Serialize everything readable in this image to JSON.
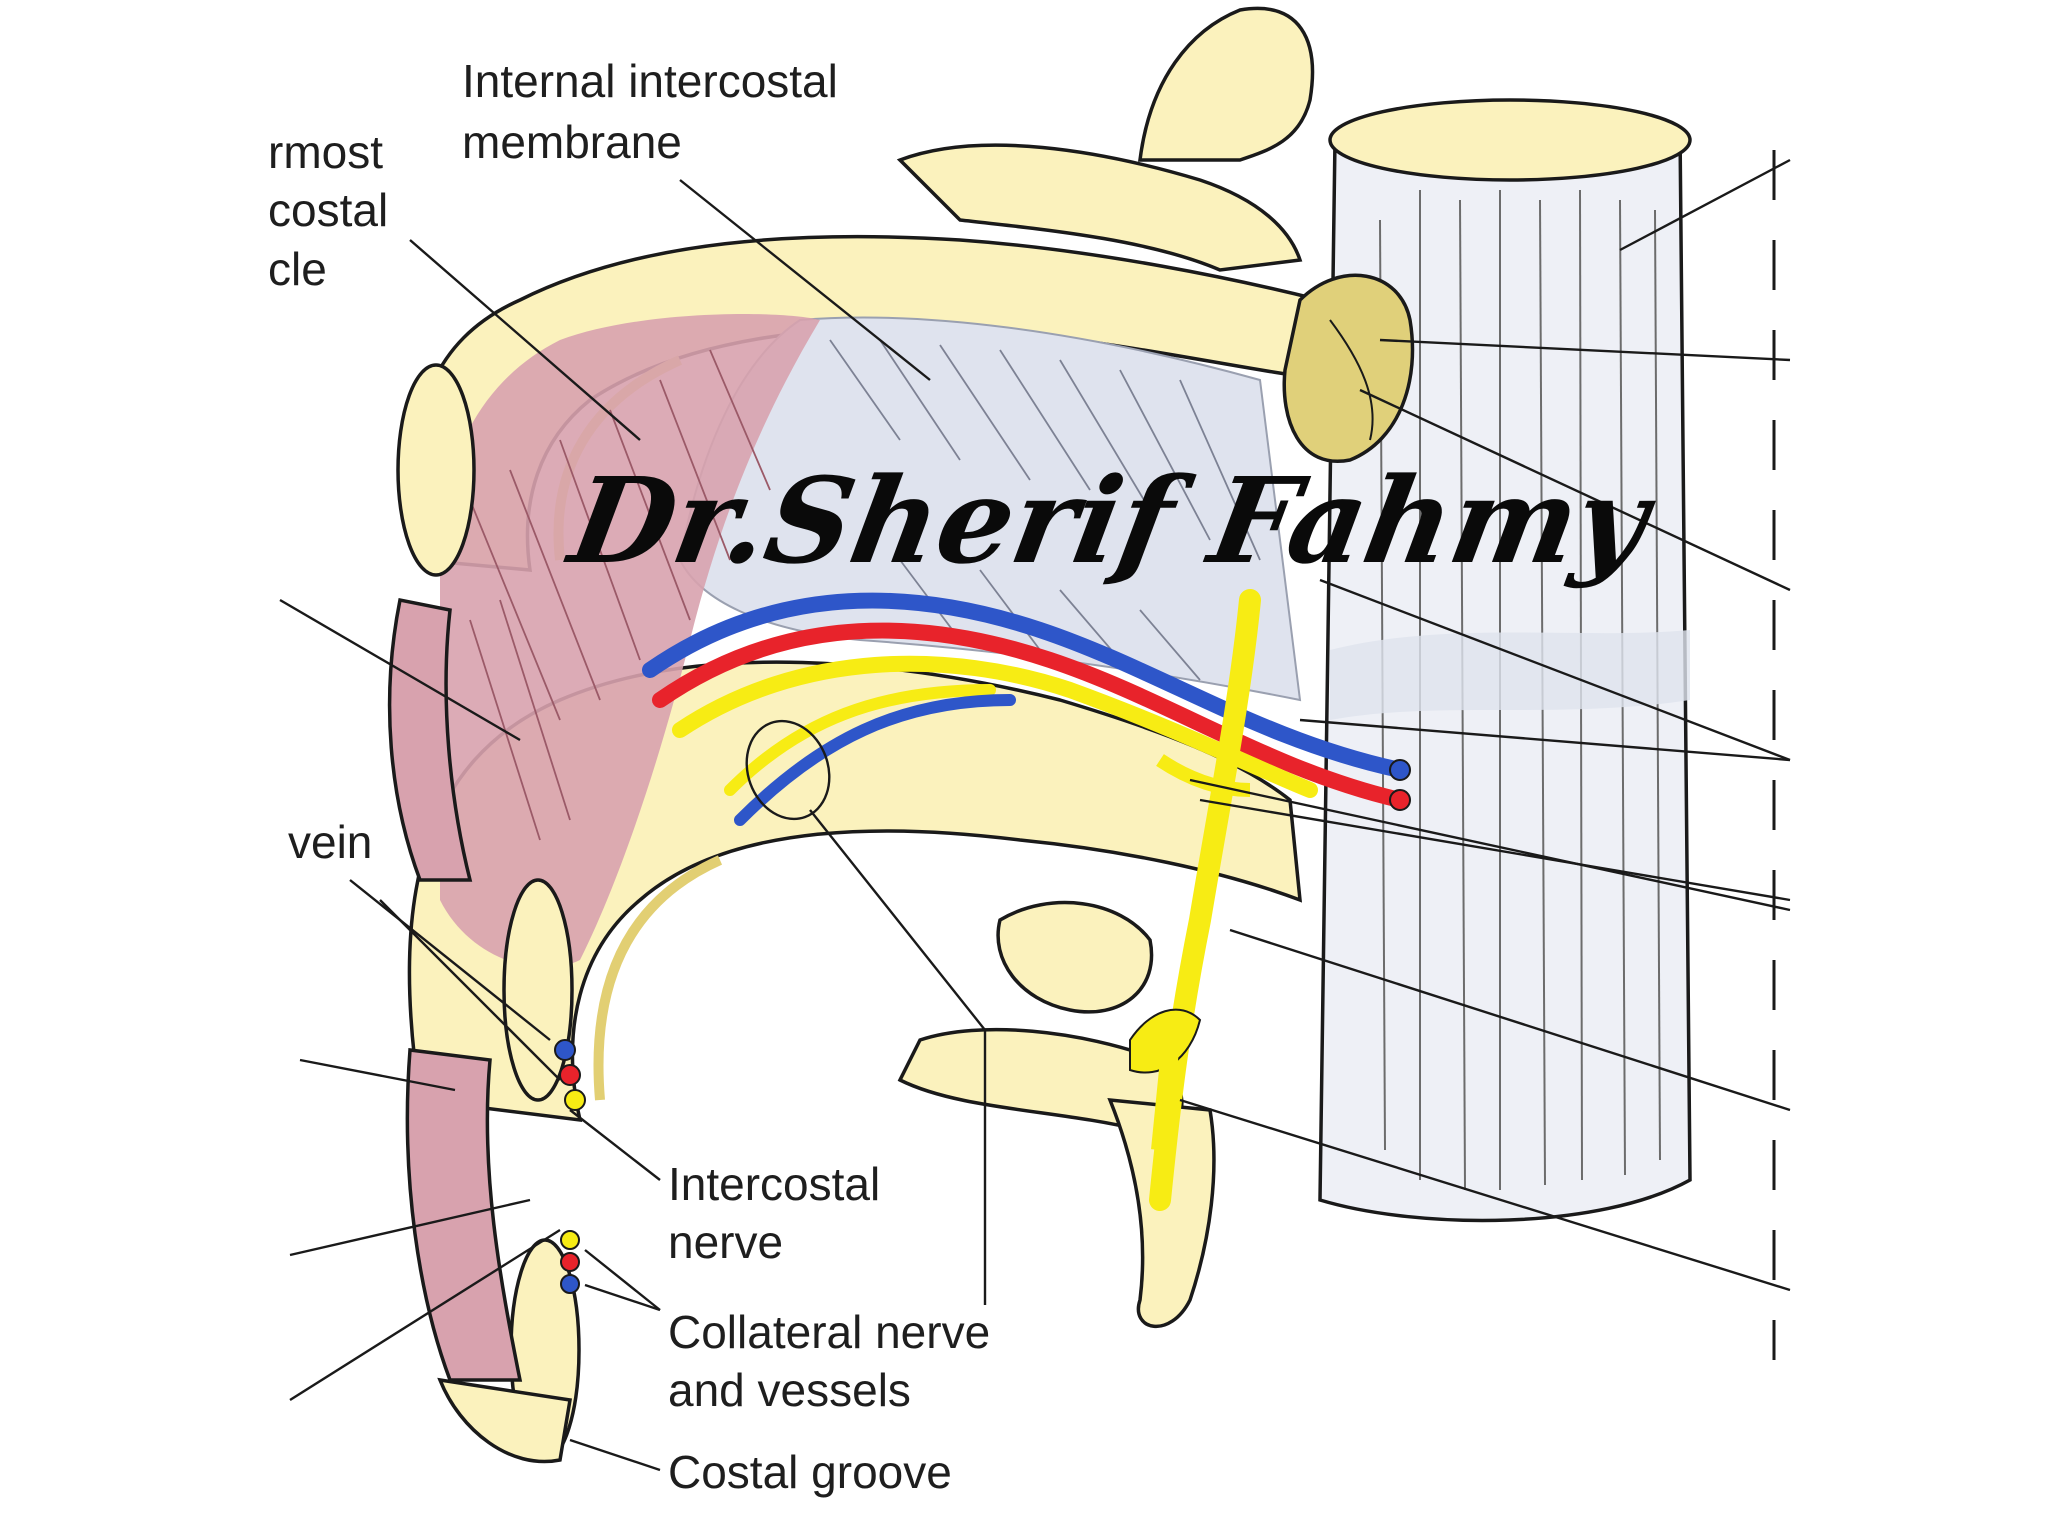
{
  "labels": {
    "internal_membrane_1": "Internal intercostal",
    "internal_membrane_2": "membrane",
    "innermost_1": "rmost",
    "innermost_2": "costal",
    "innermost_3": "cle",
    "vein": "vein",
    "intercostal_nerve_1": "Intercostal",
    "intercostal_nerve_2": "nerve",
    "collateral_1": "Collateral nerve",
    "collateral_2": "and vessels",
    "costal_groove": "Costal groove"
  },
  "watermark": "Dr.Sherif Fahmy",
  "colors": {
    "bone": "#fbf2bd",
    "bone_edge": "#e2cf73",
    "muscle": "#d8a2ae",
    "membrane": "#dfe3ee",
    "vertebra": "#eef0f6",
    "nerve": "#f7ec14",
    "artery": "#e8232b",
    "vein": "#2e56c9"
  }
}
